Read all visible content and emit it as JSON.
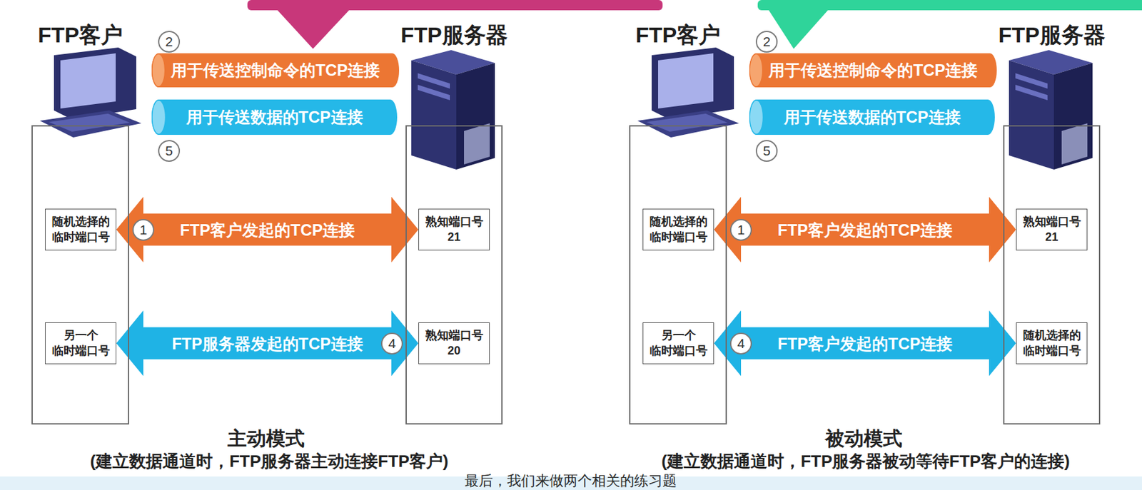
{
  "diagram": {
    "nodes": [
      {
        "text": [
          "FTP客户"
        ]
      },
      {
        "text": [
          "FTP服务器"
        ]
      },
      {
        "text": [
          "用于传送控制命令的TCP连接"
        ]
      },
      {
        "text": [
          "用于传送数据的TCP连接"
        ]
      },
      {
        "text": [
          "随机选择的 临时端口号"
        ],
        "in": 0
      },
      {
        "text": [
          "熟知端口号 21"
        ],
        "in": 1
      },
      {
        "text": [
          "另一个 临时端口号"
        ],
        "in": 0
      },
      {
        "text": [
          "熟知端口号 20"
        ],
        "in": 1
      },
      {
        "text": [
          "FTP客户"
        ]
      },
      {
        "text": [
          "FTP服务器"
        ]
      },
      {
        "text": [
          "用于传送控制命令的TCP连接"
        ]
      },
      {
        "text": [
          "用于传送数据的TCP连接"
        ]
      },
      {
        "text": [
          "随机选择的 临时端口号"
        ],
        "in": 8
      },
      {
        "text": [
          "熟知端口号 21"
        ],
        "in": 9
      },
      {
        "text": [
          "另一个 临时端口号"
        ],
        "in": 8
      },
      {
        "text": [
          "随机选择的 临时端口号"
        ],
        "in": 9
      }
    ],
    "edges": [
      {
        "from": 4,
        "to": 5,
        "arrow": "both",
        "label": "FTP客户发起的TCP连接"
      },
      {
        "from": 6,
        "to": 7,
        "arrow": "both",
        "label": "FTP服务器发起的TCP连接"
      },
      {
        "from": 12,
        "to": 13,
        "arrow": "both",
        "label": "FTP客户发起的TCP连接"
      },
      {
        "from": 14,
        "to": 15,
        "arrow": "both",
        "label": "FTP客户发起的TCP连接"
      }
    ],
    "labels": [
      "2",
      "5",
      "1",
      "4",
      "主动模式",
      "(建立数据通道时，FTP服务器主动连接FTP客户)",
      "2",
      "5",
      "1",
      "4",
      "被动模式",
      "(建立数据通道时，FTP服务器被动等待FTP客户的连接)",
      "最后，我们来做两个相关的练习题"
    ]
  }
}
